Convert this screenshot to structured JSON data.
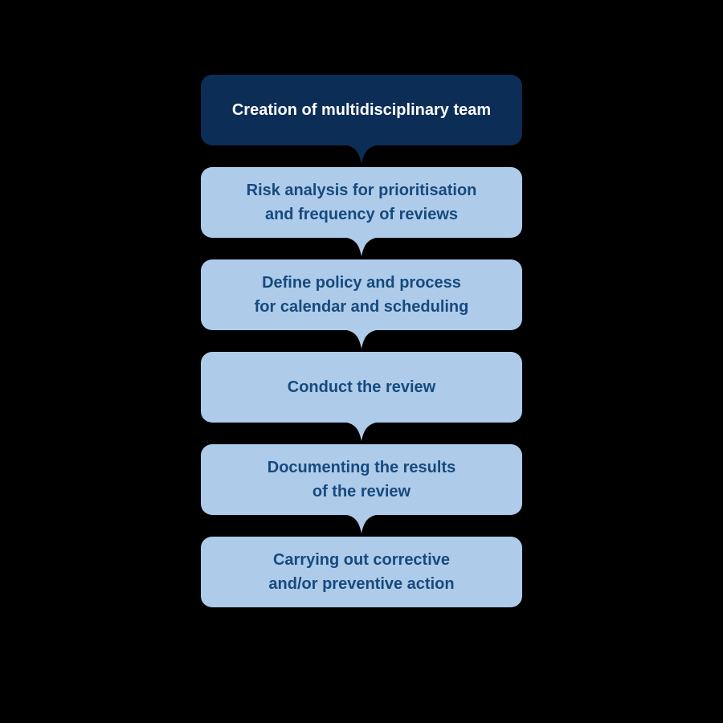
{
  "diagram": {
    "colors": {
      "background": "#000000",
      "dark_box_fill": "#0C2D55",
      "light_box_fill": "#AECBEA",
      "dark_box_text": "#FFFFFF",
      "light_box_text": "#174A7C"
    },
    "steps": [
      {
        "variant": "dark",
        "lines": [
          "Creation of multidisciplinary team"
        ]
      },
      {
        "variant": "light",
        "lines": [
          "Risk analysis for prioritisation",
          "and frequency of reviews"
        ]
      },
      {
        "variant": "light",
        "lines": [
          "Define policy and process",
          "for calendar and scheduling"
        ]
      },
      {
        "variant": "light",
        "lines": [
          "Conduct the review"
        ]
      },
      {
        "variant": "light",
        "lines": [
          "Documenting the results",
          "of the review"
        ]
      },
      {
        "variant": "light",
        "lines": [
          "Carrying out corrective",
          "and/or preventive action"
        ]
      }
    ]
  }
}
